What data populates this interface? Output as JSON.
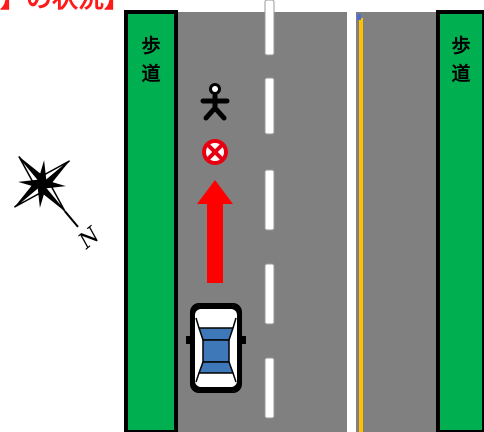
{
  "title": "】の状況】",
  "sidewalk_left": {
    "chars": [
      "歩",
      "道"
    ]
  },
  "sidewalk_right": {
    "chars": [
      "歩",
      "道"
    ]
  },
  "compass": {
    "label": "N"
  },
  "colors": {
    "road": "#808080",
    "sidewalk": "#00b050",
    "arrow": "#ff0000",
    "no_entry": "#e60012",
    "center_line": "#ffc000",
    "title": "#ff1a1a",
    "car_glass": "#3f78b8"
  },
  "icons": {
    "pedestrian": "pedestrian-icon",
    "prohibition": "no-entry-sign-icon",
    "direction": "direction-arrow-icon",
    "car": "car-icon",
    "compass": "compass-rose-icon"
  }
}
